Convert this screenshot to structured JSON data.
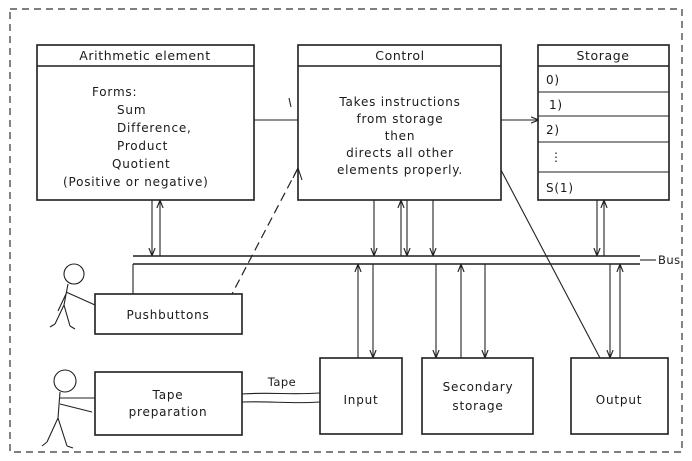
{
  "arithmetic": {
    "title": "Arithmetic element",
    "lines": [
      "Forms:",
      "Sum",
      "Difference,",
      "Product",
      "Quotient",
      "(Positive or negative)"
    ]
  },
  "control": {
    "title": "Control",
    "lines": [
      "Takes instructions",
      "from storage",
      "then",
      "directs all other",
      "elements properly."
    ]
  },
  "storage": {
    "title": "Storage",
    "cells": [
      "0)",
      "1)",
      "2)",
      "⋮",
      "S(1)"
    ]
  },
  "bus": {
    "label": "Bus"
  },
  "pushbuttons": {
    "label": "Pushbuttons"
  },
  "tape_prep": {
    "line1": "Tape",
    "line2": "preparation"
  },
  "tape_link": {
    "label": "Tape"
  },
  "input": {
    "label": "Input"
  },
  "secondary": {
    "line1": "Secondary",
    "line2": "storage"
  },
  "output": {
    "label": "Output"
  }
}
